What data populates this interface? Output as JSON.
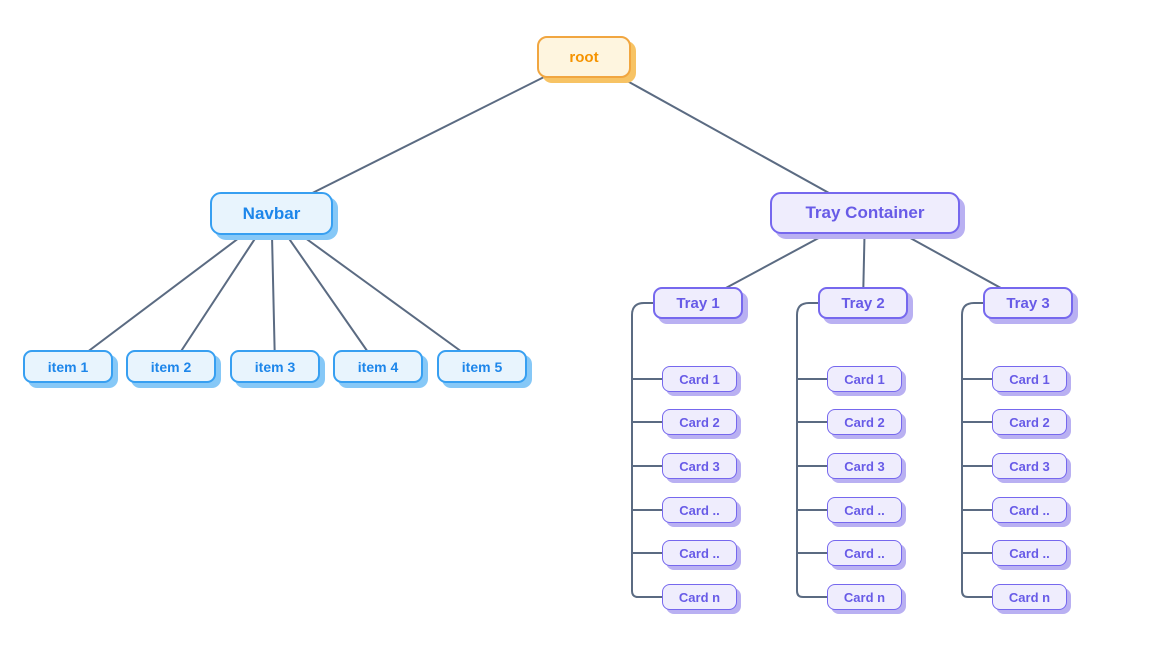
{
  "diagram": {
    "root": {
      "label": "root"
    },
    "navbar": {
      "label": "Navbar",
      "items": [
        "item 1",
        "item 2",
        "item 3",
        "item 4",
        "item 5"
      ]
    },
    "tray_container": {
      "label": "Tray Container",
      "trays": [
        {
          "label": "Tray 1",
          "cards": [
            "Card 1",
            "Card 2",
            "Card 3",
            "Card ..",
            "Card ..",
            "Card n"
          ]
        },
        {
          "label": "Tray 2",
          "cards": [
            "Card 1",
            "Card 2",
            "Card 3",
            "Card ..",
            "Card ..",
            "Card n"
          ]
        },
        {
          "label": "Tray 3",
          "cards": [
            "Card 1",
            "Card 2",
            "Card 3",
            "Card ..",
            "Card ..",
            "Card n"
          ]
        }
      ]
    }
  },
  "colors": {
    "edge": "#5B6B82",
    "background": "#FFFFFF",
    "orange": {
      "bg": "#FEF5DF",
      "border": "#F1A640",
      "text": "#F59300",
      "shadow": "#F7C364"
    },
    "blue": {
      "bg": "#E8F4FD",
      "border": "#379FF1",
      "text": "#1D86EA",
      "shadow": "#86C8F7"
    },
    "purple": {
      "bg": "#EFEDFD",
      "border": "#7668EE",
      "text": "#685BE7",
      "shadow": "#B9B0F2"
    }
  }
}
